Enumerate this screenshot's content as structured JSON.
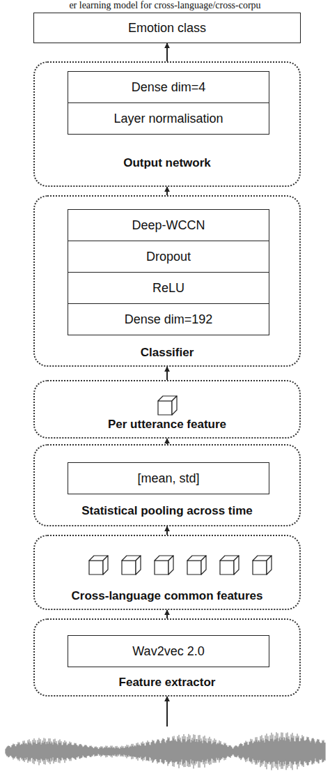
{
  "diagram": {
    "nodes": [
      {
        "text": [
          "Emotion class"
        ]
      },
      {
        "text": [
          "Output network"
        ]
      },
      {
        "text": [
          "Dense dim=4"
        ],
        "in": 1
      },
      {
        "text": [
          "Layer normalisation"
        ],
        "in": 1
      },
      {
        "text": [
          "Classifier"
        ]
      },
      {
        "text": [
          "Deep-WCCN"
        ],
        "in": 4
      },
      {
        "text": [
          "Dropout"
        ],
        "in": 4
      },
      {
        "text": [
          "ReLU"
        ],
        "in": 4
      },
      {
        "text": [
          "Dense dim=192"
        ],
        "in": 4
      },
      {
        "text": [
          "Per utterance feature"
        ]
      },
      {
        "text": [
          "Statistical pooling across time"
        ]
      },
      {
        "text": [
          "[mean, std]"
        ],
        "in": 10
      },
      {
        "text": [
          "Cross-language common features"
        ]
      },
      {
        "text": [
          "Feature extractor"
        ]
      },
      {
        "text": [
          "Wav2vec 2.0"
        ],
        "in": 13
      }
    ],
    "edges": [
      {
        "from": 1,
        "to": 0,
        "arrow": "to"
      },
      {
        "from": 4,
        "to": 1,
        "arrow": "to"
      },
      {
        "from": 9,
        "to": 4,
        "arrow": "to"
      },
      {
        "from": 10,
        "to": 9,
        "arrow": "to"
      },
      {
        "from": 12,
        "to": 10,
        "arrow": "to"
      },
      {
        "from": 13,
        "to": 12,
        "arrow": "to"
      }
    ],
    "labels": [
      "er learning model for cross-language/cross-corpu"
    ]
  }
}
